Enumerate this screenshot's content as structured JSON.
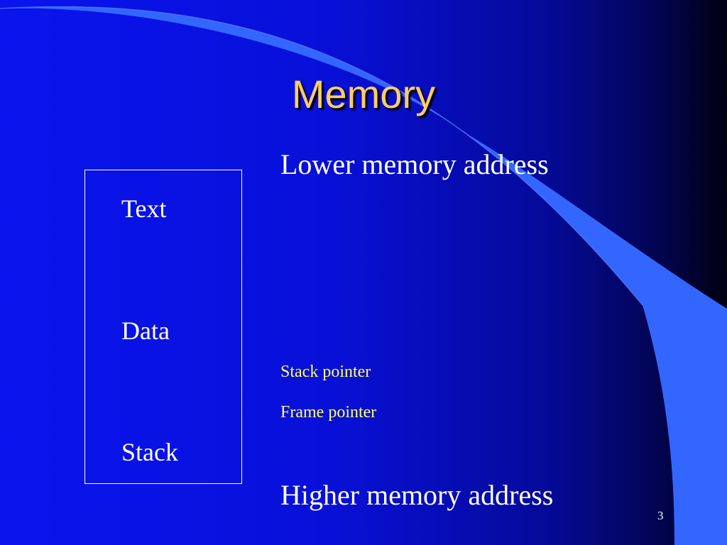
{
  "slide": {
    "title": "Memory",
    "page_number": "3"
  },
  "memory_box": {
    "segments": [
      "Text",
      "Data",
      "Stack"
    ]
  },
  "addresses": {
    "lower": "Lower memory address",
    "higher": "Higher memory address"
  },
  "pointers": {
    "stack": "Stack pointer",
    "frame": "Frame pointer"
  },
  "colors": {
    "background": "#0a14ee",
    "title": "#ffcc66",
    "pointer_text": "#ffff66",
    "text": "#ffffff",
    "swoosh": "#3366ff"
  }
}
